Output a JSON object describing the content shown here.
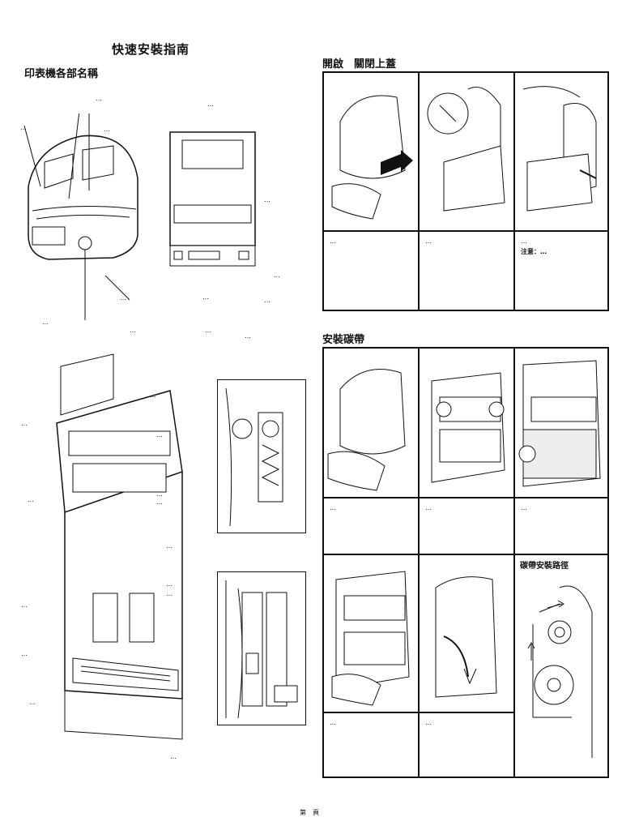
{
  "document": {
    "title": "快速安裝指南",
    "footer": "第　頁"
  },
  "left": {
    "section_title": "印表機各部名稱",
    "printer_labels": [
      {
        "id": "a",
        "text": "…"
      },
      {
        "id": "b",
        "text": "…"
      },
      {
        "id": "c",
        "text": "…"
      },
      {
        "id": "d",
        "text": "…"
      },
      {
        "id": "e",
        "text": "…"
      }
    ],
    "back_labels": [
      {
        "id": "a",
        "text": "…"
      },
      {
        "id": "b",
        "text": "…"
      },
      {
        "id": "c",
        "text": "…"
      },
      {
        "id": "d",
        "text": "…"
      },
      {
        "id": "e",
        "text": "…"
      },
      {
        "id": "f",
        "text": "…"
      },
      {
        "id": "g",
        "text": "…"
      },
      {
        "id": "h",
        "text": "…"
      }
    ],
    "interior_labels": [
      {
        "id": "a",
        "text": "…"
      },
      {
        "id": "b",
        "text": "…"
      },
      {
        "id": "c",
        "text": "…"
      },
      {
        "id": "d",
        "text": "…"
      },
      {
        "id": "e",
        "text": "…"
      },
      {
        "id": "f",
        "text": "…"
      },
      {
        "id": "g",
        "text": "…"
      },
      {
        "id": "h",
        "text": "…"
      },
      {
        "id": "i",
        "text": "…"
      },
      {
        "id": "j",
        "text": "…"
      },
      {
        "id": "k",
        "text": "…"
      },
      {
        "id": "l",
        "text": "…"
      },
      {
        "id": "m",
        "text": "…"
      }
    ]
  },
  "right": {
    "open_section": {
      "title": "開啟　關閉上蓋",
      "captions": [
        "…",
        "…",
        "…"
      ],
      "note": "注意：…"
    },
    "ribbon_section": {
      "title": "安裝碳帶",
      "captions_row1": [
        "…",
        "…",
        "…"
      ],
      "captions_row2": [
        "…",
        "…"
      ],
      "path_title": "碳帶安裝路徑"
    }
  }
}
